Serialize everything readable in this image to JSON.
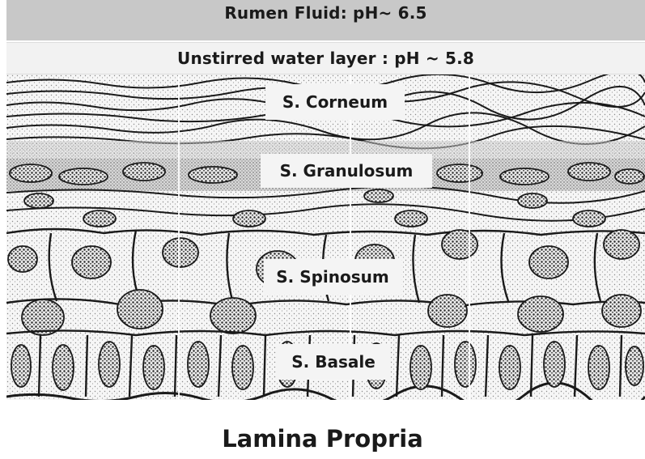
{
  "bands": {
    "rumen_fluid": "Rumen Fluid: pH~ 6.5",
    "unstirred_layer": "Unstirred water layer : pH ~ 5.8"
  },
  "layers": {
    "corneum": "S. Corneum",
    "granulosum": "S. Granulosum",
    "spinosum": "S. Spinosum",
    "basale": "S. Basale"
  },
  "footer": {
    "lamina_propria": "Lamina Propria"
  },
  "colors": {
    "rumen_band": "#c8c8c8",
    "unstirred_band": "#f2f2f2",
    "ink": "#1a1a1a",
    "stipple": "#8a8a8a"
  }
}
